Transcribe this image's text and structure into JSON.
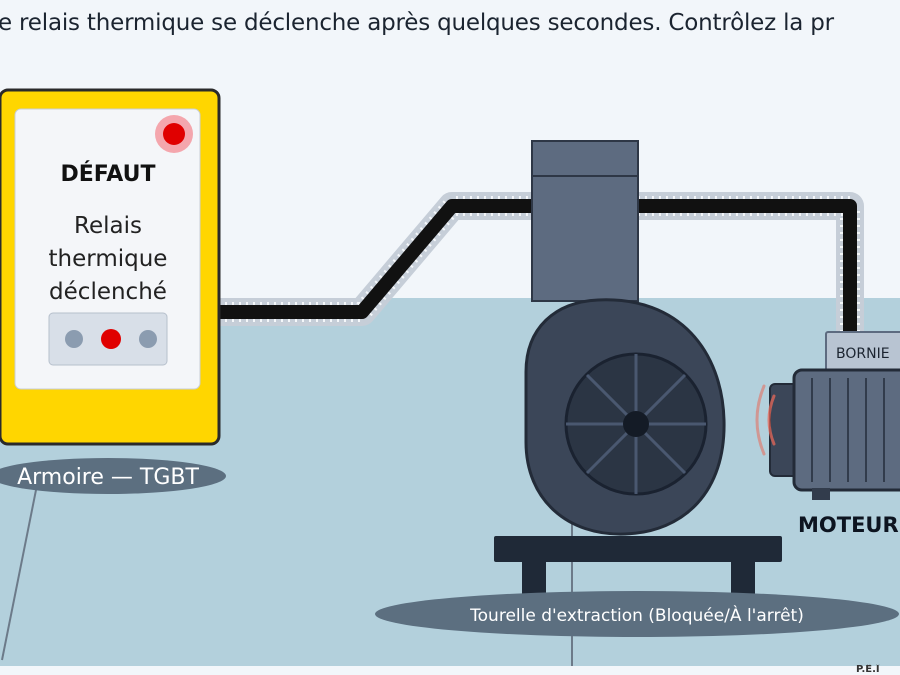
{
  "instruction": "e relais thermique se déclenche après quelques secondes. Contrôlez la pr",
  "cabinet": {
    "status_title": "DÉFAUT",
    "message_lines": [
      "Relais",
      "thermique",
      "déclenché"
    ],
    "label": "Armoire — TGBT",
    "status_color": "#e00000",
    "frame_color": "#ffd600"
  },
  "fan": {
    "label": "Tourelle d'extraction (Bloquée/À l'arrêt)"
  },
  "motor": {
    "terminal_label": "BORNIE",
    "label": "MOTEUR"
  },
  "footer": {
    "text": "P.Ê.Î"
  },
  "colors": {
    "floor": "#b3d0dc",
    "cable": "#111111",
    "conduit": "#d2d9e1",
    "machine": "#3b4658",
    "base": "#1f2937"
  }
}
